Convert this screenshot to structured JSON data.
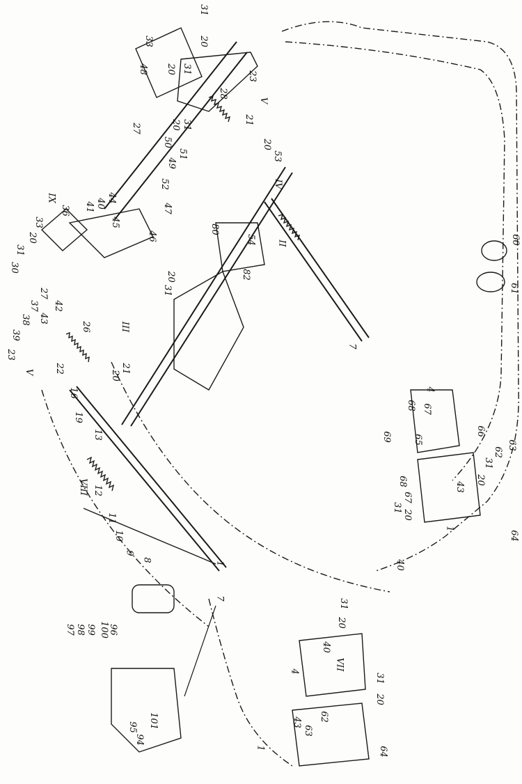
{
  "title": "Exploded view of pedal and linkage assembly",
  "callouts": [
    "31",
    "20",
    "48",
    "33",
    "20",
    "31",
    "23",
    "V",
    "27",
    "28",
    "21",
    "20",
    "53",
    "IV",
    "50",
    "20",
    "31",
    "49",
    "51",
    "52",
    "47",
    "80",
    "54",
    "II",
    "82",
    "46",
    "44",
    "40",
    "41",
    "45",
    "36",
    "IX",
    "33",
    "20",
    "31",
    "30",
    "27",
    "37",
    "38",
    "39",
    "43",
    "42",
    "26",
    "III",
    "31",
    "20",
    "23",
    "V",
    "22",
    "21",
    "20",
    "16",
    "19",
    "13",
    "VIII",
    "12",
    "11",
    "10",
    "9",
    "8",
    "1",
    "7",
    "60",
    "61",
    "7",
    "66",
    "68",
    "67",
    "4",
    "65",
    "69",
    "63",
    "62",
    "31",
    "20",
    "43",
    "68",
    "67",
    "31",
    "20",
    "1",
    "64",
    "40",
    "31",
    "20",
    "VII",
    "40",
    "4",
    "31",
    "20",
    "43",
    "62",
    "63",
    "1",
    "64",
    "97",
    "98",
    "99",
    "100",
    "96",
    "95",
    "94",
    "101"
  ],
  "colors": {
    "ink": "#1a1a1a",
    "paper": "#fdfdfb"
  }
}
